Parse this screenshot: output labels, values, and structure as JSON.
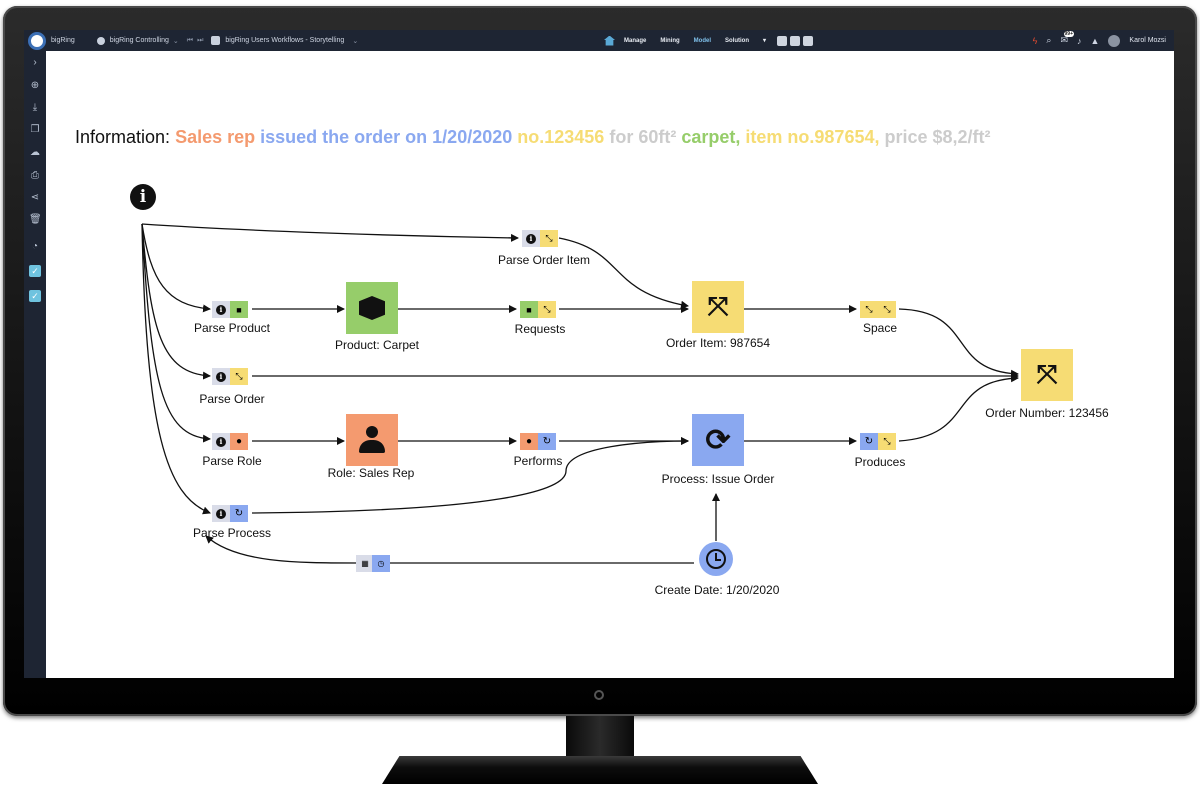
{
  "topbar": {
    "app_name": "bigRing",
    "workspace": "bigRing Controlling",
    "document": "bigRing Users Workflows - Storytelling",
    "nav": [
      "Manage",
      "Mining",
      "Model",
      "Solution"
    ],
    "active_nav": "Model",
    "notification_count": "99+",
    "user_name": "Karol Mozsi"
  },
  "info": {
    "label": "Information:",
    "parts": [
      {
        "text": "Sales rep",
        "color": "#f49a6f"
      },
      {
        "text": "issued the order on 1/20/2020",
        "color": "#8aa8f0"
      },
      {
        "text": "no.123456",
        "color": "#f6dc74"
      },
      {
        "text": "for 60ft²",
        "color": "#cccccc"
      },
      {
        "text": "carpet,",
        "color": "#96cd6a"
      },
      {
        "text": "item no.987654,",
        "color": "#f6dc74"
      },
      {
        "text": "price $8,2/ft²",
        "color": "#cccccc"
      }
    ]
  },
  "colors": {
    "info": "#d9dce8",
    "product": "#96cd6a",
    "order": "#f6dc74",
    "role": "#f49a6f",
    "process": "#8aa8f0",
    "date": "#8aa8f0"
  },
  "nodes": {
    "info": {
      "icon": "info-icon"
    },
    "product_carpet": {
      "label": "Product: Carpet",
      "icon": "box-icon"
    },
    "order_item": {
      "label": "Order Item: 987654",
      "icon": "expand-arrows-icon"
    },
    "order_number": {
      "label": "Order Number: 123456",
      "icon": "expand-arrows-icon"
    },
    "role_sales_rep": {
      "label": "Role: Sales Rep",
      "icon": "user-icon"
    },
    "process_issue_order": {
      "label": "Process: Issue Order",
      "icon": "sync-icon"
    },
    "create_date": {
      "label": "Create Date: 1/20/2020",
      "icon": "clock-icon"
    }
  },
  "relations": {
    "parse_order_item": "Parse Order Item",
    "parse_product": "Parse Product",
    "requests": "Requests",
    "space": "Space",
    "parse_order": "Parse Order",
    "parse_role": "Parse Role",
    "performs": "Performs",
    "produces": "Produces",
    "parse_process": "Parse Process"
  }
}
